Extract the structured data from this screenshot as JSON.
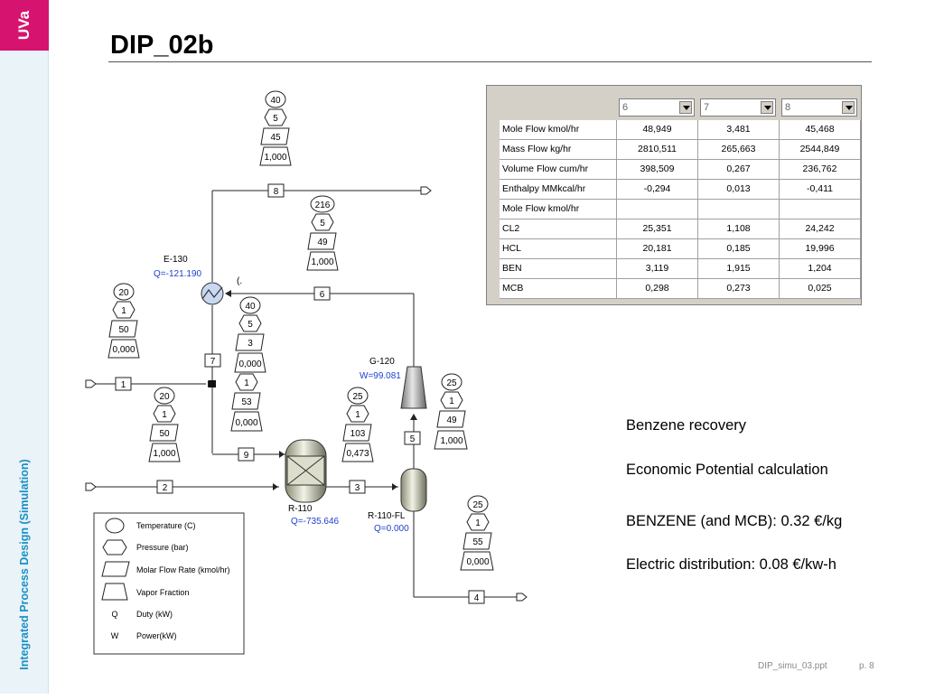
{
  "slide": {
    "logo": "UVa",
    "side_title": "Integrated Process Design (Simulation)",
    "title": "DIP_02b",
    "footer_file": "DIP_simu_03.ppt",
    "footer_page": "p. 8"
  },
  "bullets": [
    "Benzene recovery",
    "Economic Potential calculation",
    "BENZENE (and MCB):  0.32 €/kg",
    "Electric distribution:  0.08 €/kw-h"
  ],
  "stream_table": {
    "stream_selectors": [
      "6",
      "7",
      "8"
    ],
    "rows": [
      {
        "label": "Mole Flow kmol/hr",
        "values": [
          "48,949",
          "3,481",
          "45,468"
        ]
      },
      {
        "label": "Mass Flow kg/hr",
        "values": [
          "2810,511",
          "265,663",
          "2544,849"
        ]
      },
      {
        "label": "Volume Flow cum/hr",
        "values": [
          "398,509",
          "0,267",
          "236,762"
        ]
      },
      {
        "label": "Enthalpy    MMkcal/hr",
        "values": [
          "-0,294",
          "0,013",
          "-0,411"
        ]
      },
      {
        "label": "Mole Flow kmol/hr",
        "values": [
          "",
          "",
          ""
        ]
      },
      {
        "label": "  CL2",
        "values": [
          "25,351",
          "1,108",
          "24,242"
        ]
      },
      {
        "label": "  HCL",
        "values": [
          "20,181",
          "0,185",
          "19,996"
        ]
      },
      {
        "label": "  BEN",
        "values": [
          "3,119",
          "1,915",
          "1,204"
        ]
      },
      {
        "label": "  MCB",
        "values": [
          "0,298",
          "0,273",
          "0,025"
        ]
      }
    ]
  },
  "units": {
    "e130": {
      "name": "E-130",
      "duty": "Q=-121.190"
    },
    "g120": {
      "name": "G-120",
      "power": "W=99.081"
    },
    "r110": {
      "name": "R-110",
      "duty": "Q=-735.646"
    },
    "r110fl": {
      "name": "R-110-FL",
      "duty": "Q=0.000"
    }
  },
  "streams": {
    "s1": {
      "id": "1",
      "temperature": "20",
      "pressure": "1",
      "flow": "50",
      "vapor": "0,000"
    },
    "s2": {
      "id": "2",
      "temperature": "20",
      "pressure": "1",
      "flow": "50",
      "vapor": "1,000"
    },
    "s3": {
      "id": "3",
      "temperature": "25",
      "pressure": "1",
      "flow": "103",
      "vapor": "0,473"
    },
    "s4": {
      "id": "4",
      "temperature": "25",
      "pressure": "1",
      "flow": "55",
      "vapor": "0,000"
    },
    "s5": {
      "id": "5",
      "temperature": "25",
      "pressure": "1",
      "flow": "49",
      "vapor": "1,000"
    },
    "s6": {
      "id": "6",
      "temperature": "216",
      "pressure": "5",
      "flow": "49",
      "vapor": "1,000"
    },
    "s7": {
      "id": "7",
      "temperature": "40",
      "pressure": "5",
      "flow": "3",
      "vapor": "0,000"
    },
    "s8": {
      "id": "8",
      "temperature": "40",
      "pressure": "5",
      "flow": "45",
      "vapor": "1,000"
    },
    "s9": {
      "id": "9",
      "temperature": "",
      "pressure": "1",
      "flow": "53",
      "vapor": "0,000"
    }
  },
  "legend": {
    "items": [
      {
        "label": "Temperature (C)"
      },
      {
        "label": "Pressure (bar)"
      },
      {
        "label": "Molar Flow Rate (kmol/hr)"
      },
      {
        "label": "Vapor Fraction"
      },
      {
        "symbol": "Q",
        "label": "Duty (kW)"
      },
      {
        "symbol": "W",
        "label": "Power(kW)"
      }
    ]
  },
  "colors": {
    "logo": "#d6136f",
    "side_title": "#1a8fc4",
    "duty_text": "#1f3fcf"
  }
}
